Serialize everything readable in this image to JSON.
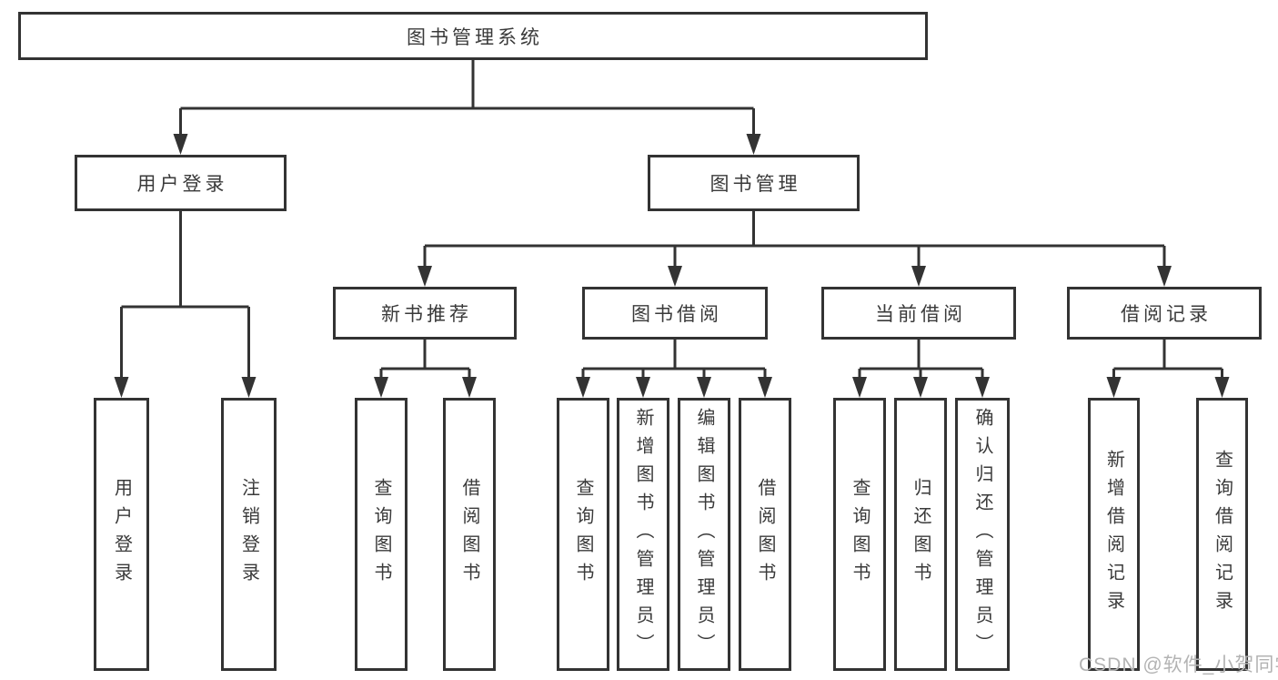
{
  "colors": {
    "line": "#333333",
    "box_border": "#333333",
    "text": "#3a3a3a",
    "background": "#ffffff",
    "watermark": "#b3b3b3"
  },
  "watermark": "CSDN @软件_小贺同学",
  "tree": {
    "root": "图书管理系统",
    "branches": [
      {
        "label": "用户登录",
        "leaves": [
          "用户登录",
          "注销登录"
        ]
      },
      {
        "label": "图书管理",
        "groups": [
          {
            "label": "新书推荐",
            "leaves": [
              "查询图书",
              "借阅图书"
            ]
          },
          {
            "label": "图书借阅",
            "leaves": [
              "查询图书",
              "新增图书（管理员）",
              "编辑图书（管理员）",
              "借阅图书"
            ]
          },
          {
            "label": "当前借阅",
            "leaves": [
              "查询图书",
              "归还图书",
              "确认归还（管理员）"
            ]
          },
          {
            "label": "借阅记录",
            "leaves": [
              "新增借阅记录",
              "查询借阅记录"
            ]
          }
        ]
      }
    ]
  }
}
